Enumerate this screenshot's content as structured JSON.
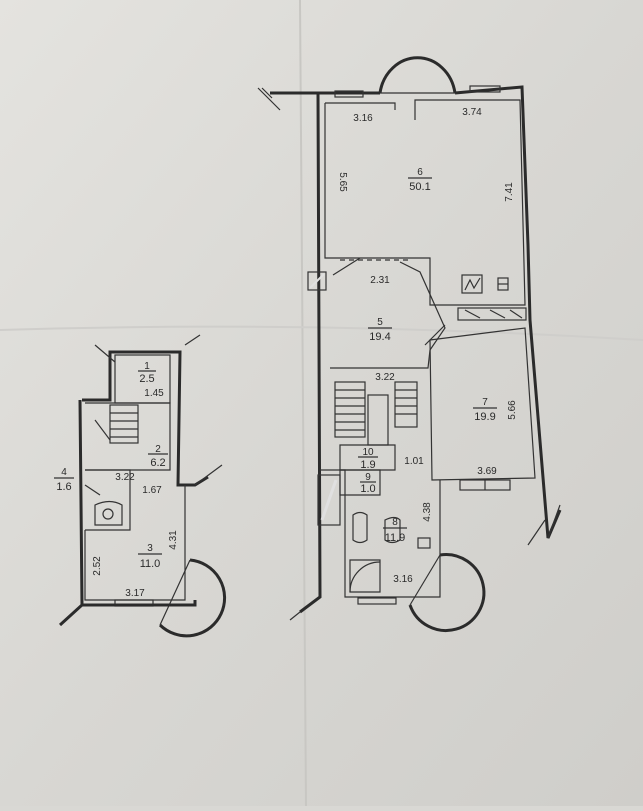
{
  "colors": {
    "paper": "#dcdbd7",
    "ink": "#2b2b2b",
    "shadow": "#c9c8c4"
  },
  "rooms": [
    {
      "number": "1",
      "area": "2.5"
    },
    {
      "number": "2",
      "area": "6.2"
    },
    {
      "number": "3",
      "area": "11.0"
    },
    {
      "number": "4",
      "area": "1.6"
    },
    {
      "number": "5",
      "area": "19.4"
    },
    {
      "number": "6",
      "area": "50.1"
    },
    {
      "number": "7",
      "area": "19.9"
    },
    {
      "number": "8",
      "area": "11.9"
    },
    {
      "number": "9",
      "area": "1.0"
    },
    {
      "number": "10",
      "area": "1.9"
    }
  ],
  "dimensions": {
    "d_3_16_top": "3.16",
    "d_3_74": "3.74",
    "d_5_65": "5.65",
    "d_7_41": "7.41",
    "d_2_31": "2.31",
    "d_3_22_right": "3.22",
    "d_5_66": "5.66",
    "d_3_69": "3.69",
    "d_1_01": "1.01",
    "d_4_38": "4.38",
    "d_3_16_bottom": "3.16",
    "d_1_45": "1.45",
    "d_3_22_left": "3.22",
    "d_1_67": "1.67",
    "d_4_31": "4.31",
    "d_2_52": "2.52",
    "d_3_17": "3.17"
  },
  "icons": {
    "toilet": "toilet-icon",
    "bathtub": "bathtub-icon",
    "shower": "shower-icon",
    "stove": "stove-icon",
    "radiator": "radiator-icon",
    "sink": "sink-icon"
  }
}
